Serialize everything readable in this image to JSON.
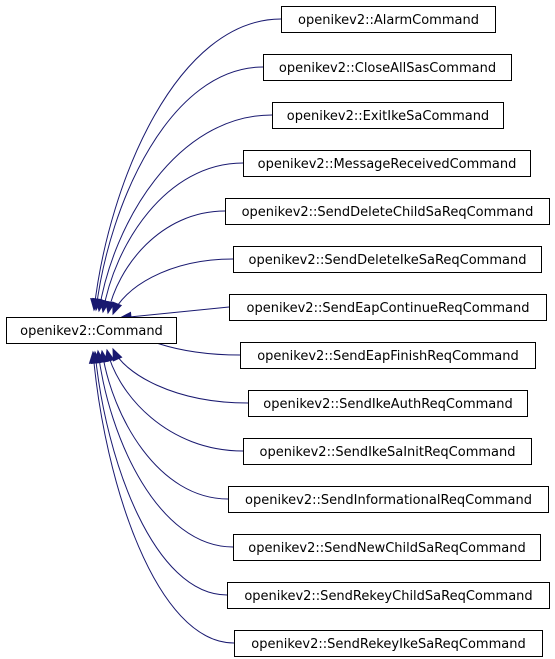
{
  "diagram": {
    "edge_color": "#191970",
    "base": {
      "label": "openikev2::Command"
    },
    "derived": [
      {
        "label": "openikev2::AlarmCommand"
      },
      {
        "label": "openikev2::CloseAllSasCommand"
      },
      {
        "label": "openikev2::ExitIkeSaCommand"
      },
      {
        "label": "openikev2::MessageReceivedCommand"
      },
      {
        "label": "openikev2::SendDeleteChildSaReqCommand"
      },
      {
        "label": "openikev2::SendDeleteIkeSaReqCommand"
      },
      {
        "label": "openikev2::SendEapContinueReqCommand"
      },
      {
        "label": "openikev2::SendEapFinishReqCommand"
      },
      {
        "label": "openikev2::SendIkeAuthReqCommand"
      },
      {
        "label": "openikev2::SendIkeSaInitReqCommand"
      },
      {
        "label": "openikev2::SendInformationalReqCommand"
      },
      {
        "label": "openikev2::SendNewChildSaReqCommand"
      },
      {
        "label": "openikev2::SendRekeyChildSaReqCommand"
      },
      {
        "label": "openikev2::SendRekeyIkeSaReqCommand"
      }
    ]
  }
}
